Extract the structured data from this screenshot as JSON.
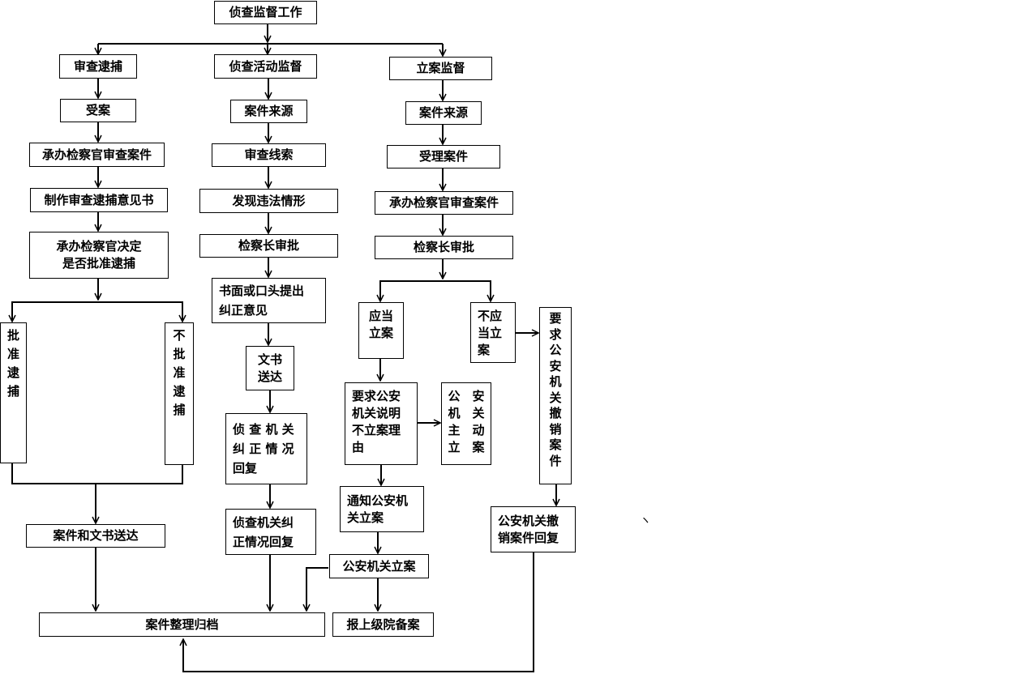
{
  "diagram": {
    "nodes": {
      "root": "侦查监督工作",
      "review_arrest": "审查逮捕",
      "accept_case": "受案",
      "prosecutor_review_1": "承办检察官审查案件",
      "draft_opinion": "制作审查逮捕意见书",
      "decide_arrest": "承办检察官决定\n是否批准逮捕",
      "approve_arrest": "批\n准\n逮\n捕",
      "reject_arrest": "不\n批\n准\n逮\n捕",
      "deliver_case_docs": "案件和文书送达",
      "investigation_supervision": "侦查活动监督",
      "case_source_1": "案件来源",
      "review_clues": "审查线索",
      "find_violation": "发现违法情形",
      "chief_approval_1": "检察长审批",
      "correction_opinion": "书面或口头提出\n纠正意见",
      "deliver_docs": "文书\n送达",
      "correction_reply_1": "侦 查 机 关\n纠 正 情 况\n回复",
      "correction_reply_2": "侦查机关纠\n正情况回复",
      "case_filing_supervision": "立案监督",
      "case_source_2": "案件来源",
      "accept_handle": "受理案件",
      "prosecutor_review_2": "承办检察官审查案件",
      "chief_approval_2": "检察长审批",
      "should_file": "应当\n立案",
      "should_not_file": "不应\n当立\n案",
      "require_explain": "要求公安\n机关说明\n不立案理\n由",
      "police_self_file": "公　安\n机　关\n主　动\n立　案",
      "require_revoke": "要\n求\n公\n安\n机\n关\n撤\n销\n案\n件",
      "notify_police_file": "通知公安机\n关立案",
      "police_file": "公安机关立案",
      "revoke_reply": "公安机关撤\n销案件回复",
      "archive": "案件整理归档",
      "report_superior": "报上级院备案"
    },
    "mark": "ヽ"
  }
}
